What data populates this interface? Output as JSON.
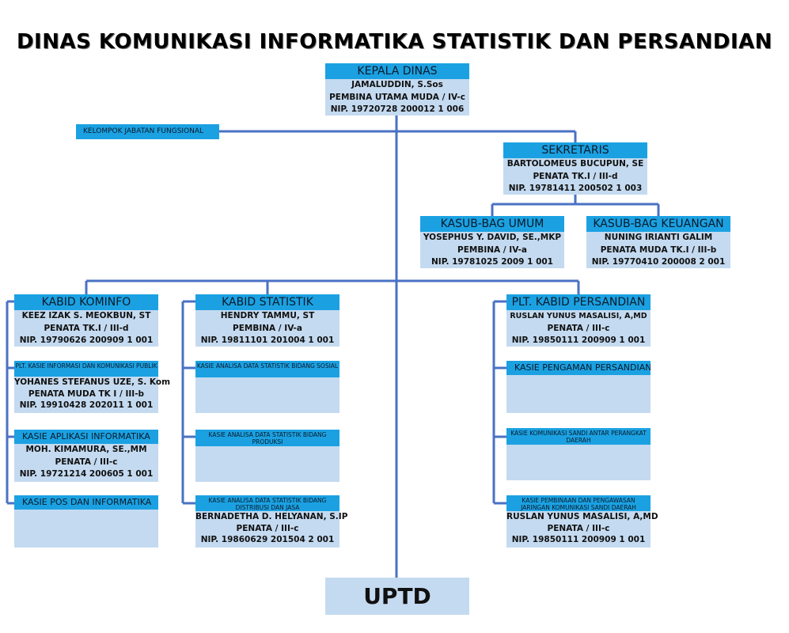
{
  "title": "DINAS KOMUNIKASI INFORMATIKA STATISTIK DAN PERSANDIAN",
  "kepala": {
    "header": "KEPALA DINAS",
    "name": "JAMALUDDIN, S.Sos",
    "rank": "PEMBINA UTAMA MUDA / IV-c",
    "nip": "NIP. 19720728 200012 1 006"
  },
  "fungsional": "KELOMPOK JABATAN FUNGSIONAL",
  "sekretaris": {
    "header": "SEKRETARIS",
    "name": "BARTOLOMEUS BUCUPUN, SE",
    "rank": "PENATA TK.I / III-d",
    "nip": "NIP. 19781411 200502 1 003"
  },
  "umum": {
    "header": "KASUB-BAG UMUM",
    "name": "YOSEPHUS Y. DAVID, SE.,MKP",
    "rank": "PEMBINA / IV-a",
    "nip": "NIP. 19781025 2009 1 001"
  },
  "keuangan": {
    "header": "KASUB-BAG KEUANGAN",
    "name": "NUNING IRIANTI GALIM",
    "rank": "PENATA MUDA TK.I / III-b",
    "nip": "NIP. 19770410 200008 2 001"
  },
  "kominfo": {
    "header": "KABID KOMINFO",
    "name": "KEEZ IZAK S. MEOKBUN, ST",
    "rank": "PENATA TK.I / III-d",
    "nip": "NIP. 19790626 200909 1 001",
    "kasie1": {
      "header": "PLT. KASIE INFORMASI DAN KOMUNIKASI PUBLIK",
      "name": "YOHANES STEFANUS UZE, S. Kom",
      "rank": "PENATA MUDA TK I / III-b",
      "nip": "NIP. 19910428 202011 1 001"
    },
    "kasie2": {
      "header": "KASIE APLIKASI INFORMATIKA",
      "name": "MOH. KIMAMURA, SE.,MM",
      "rank": "PENATA / III-c",
      "nip": "NIP. 19721214 200605 1 001"
    },
    "kasie3": {
      "header": "KASIE POS DAN INFORMATIKA"
    }
  },
  "statistik": {
    "header": "KABID STATISTIK",
    "name": "HENDRY TAMMU, ST",
    "rank": "PEMBINA / IV-a",
    "nip": "NIP. 19811101 201004 1 001",
    "kasie1": {
      "header": "KASIE ANALISA DATA STATISTIK BIDANG SOSIAL"
    },
    "kasie2": {
      "header": "KASIE ANALISA DATA STATISTIK BIDANG PRODUKSI"
    },
    "kasie3": {
      "header": "KASIE ANALISA DATA STATISTIK BIDANG DISTRIBUSI DAN JASA",
      "name": "BERNADETHA D. HELYANAN, S.IP",
      "rank": "PENATA / III-c",
      "nip": "NIP. 19860629 201504 2 001"
    }
  },
  "persandian": {
    "header": "PLT. KABID PERSANDIAN",
    "name": "RUSLAN YUNUS MASALISI, A,MD",
    "rank": "PENATA / III-c",
    "nip": "NIP. 19850111 200909 1 001",
    "kasie1": {
      "header": "KASIE PENGAMAN PERSANDIAN"
    },
    "kasie2": {
      "header": "KASIE KOMUNIKASI SANDI ANTAR PERANGKAT DAERAH"
    },
    "kasie3": {
      "header": "KASIE PEMBINAAN DAN PENGAWASAN JARINGAN KOMUNIKASI SANDI DAERAH",
      "name": "RUSLAN YUNUS MASALISI, A,MD",
      "rank": "PENATA / III-c",
      "nip": "NIP. 19850111 200909 1 001"
    }
  },
  "uptd": "UPTD",
  "colors": {
    "header": "#1ba1e2",
    "body": "#c4daf0",
    "line": "#4a72c4"
  }
}
